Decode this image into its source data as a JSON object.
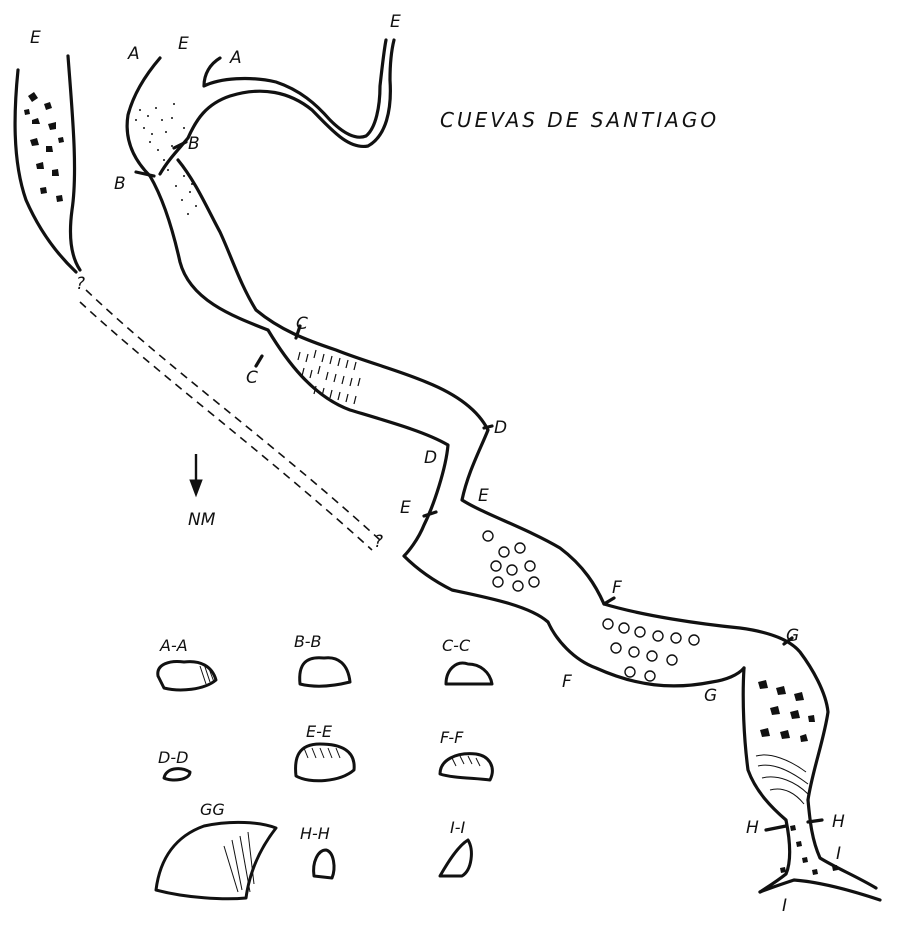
{
  "title": "CUEVAS DE SANTIAGO",
  "north": {
    "label": "NM"
  },
  "plan_labels": {
    "e_top_left": "E",
    "a_upper": "A",
    "e_upper_mid": "E",
    "a_upper_right": "A",
    "e_top_right": "E",
    "b_right": "B",
    "b_left": "B",
    "c_upper": "C",
    "c_lower": "C",
    "d_right": "D",
    "d_left": "D",
    "e_mid_left": "E",
    "e_mid_right": "E",
    "f_upper": "F",
    "f_lower": "F",
    "g_right": "G",
    "g_left": "G",
    "h_left": "H",
    "h_right": "H",
    "i_right": "I",
    "i_bottom": "I",
    "q_upper": "?",
    "q_lower": "?"
  },
  "sections": {
    "aa": "A-A",
    "bb": "B-B",
    "cc": "C-C",
    "dd": "D-D",
    "ee": "E-E",
    "ff": "F-F",
    "gg": "GG",
    "hh": "H-H",
    "ii": "I-I"
  },
  "colors": {
    "ink": "#111111",
    "paper": "#ffffff"
  }
}
